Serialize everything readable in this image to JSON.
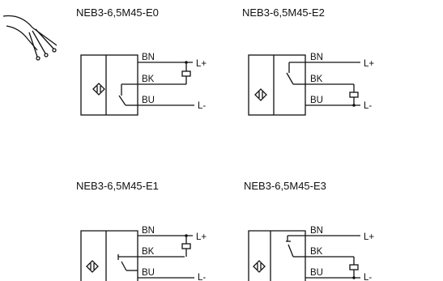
{
  "diagrams": [
    {
      "id": "e0",
      "title": "NEB3-6,5M45-E0"
    },
    {
      "id": "e2",
      "title": "NEB3-6,5M45-E2"
    },
    {
      "id": "e1",
      "title": "NEB3-6,5M45-E1"
    },
    {
      "id": "e3",
      "title": "NEB3-6,5M45-E3"
    }
  ],
  "wires": {
    "brown": "BN",
    "black": "BK",
    "blue": "BU"
  },
  "terminals": {
    "positive": "L+",
    "negative": "L-"
  },
  "colors": {
    "line": "#111111",
    "background": "#ffffff"
  },
  "icons": [
    "cable-icon",
    "sensor-symbol-icon",
    "load-relay-icon",
    "switch-contact-icon"
  ]
}
